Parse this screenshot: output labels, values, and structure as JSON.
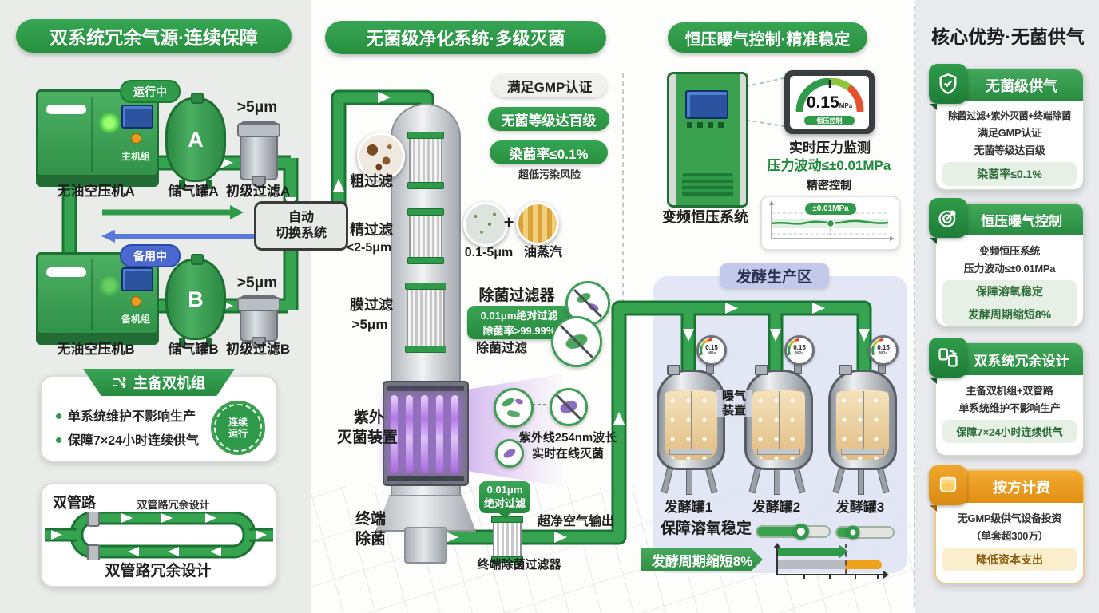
{
  "c1": {
    "header": "双系统冗余气源·连续保障",
    "a": {
      "status": "运行中",
      "tag": "主机组",
      "name": "无油空压机A",
      "letter": "A",
      "tank": "储气罐A",
      "spec": ">5μm",
      "filter": "初级过滤A"
    },
    "b": {
      "status": "备用中",
      "tag": "备机组",
      "name": "无油空压机B",
      "letter": "B",
      "tank": "储气罐B",
      "spec": ">5μm",
      "filter": "初级过滤B"
    },
    "switch1": "自动",
    "switch2": "切换系统",
    "dual": {
      "title": "主备双机组",
      "b1": "单系统维护不影响生产",
      "b2": "保障7×24小时连续供气",
      "seal1": "连续",
      "seal2": "运行"
    },
    "pipes": {
      "label": "双管路",
      "small": "双管路冗余设计",
      "big": "双管路冗余设计"
    }
  },
  "c2": {
    "header": "无菌级净化系统·多级灭菌",
    "gmp": "满足GMP认证",
    "grade": "无菌等级达百级",
    "rate": "染菌率≤0.1%",
    "note": "超低污染风险",
    "s1": "粗过滤",
    "s2": "精过滤",
    "s2spec": "<2-5μm",
    "s3": "膜过滤",
    "s3spec": ">5μm",
    "mid_spec": "0.1-5μm",
    "plus": "+",
    "oil": "油蒸汽",
    "st_title": "除菌过滤器",
    "st1": "0.01μm绝对过滤",
    "st2": "除菌率>99.99%",
    "st_cap": "除菌过滤",
    "uv1": "紫外",
    "uv2": "灭菌装置",
    "uvn1": "紫外线254nm波长",
    "uvn2": "实时在线灭菌",
    "tag1": "0.01μm",
    "tag2": "绝对过滤",
    "t1": "终端",
    "t2": "除菌",
    "out": "超净空气输出",
    "tcap": "终端除菌过滤器"
  },
  "c3": {
    "header": "恒压曝气控制·精准稳定",
    "value": "0.15",
    "unit": "MPa",
    "mpill": "恒压控制",
    "mcap": "实时压力监测",
    "ptext": "压力波动≤±0.01MPa",
    "psub": "精密控制",
    "cpill": "±0.01MPa",
    "cab": "变频恒压系统",
    "zone": "发酵生产区",
    "ae1": "曝气",
    "ae2": "装置",
    "gunit": "MPa",
    "tk": [
      {
        "n": "发酵罐1",
        "g": "0.15"
      },
      {
        "n": "发酵罐2",
        "g": "0.15"
      },
      {
        "n": "发酵罐3",
        "g": "0.15"
      }
    ],
    "do_text": "保障溶氧稳定",
    "cycle": "发酵周期缩短8%"
  },
  "c4": {
    "title": "核心优势·无菌供气",
    "cards": [
      {
        "t": "无菌级供气",
        "l1": "除菌过滤+紫外灭菌+终端除菌",
        "l2": "满足GMP认证",
        "l3": "无菌等级达百级",
        "p1": "染菌率≤0.1%"
      },
      {
        "t": "恒压曝气控制",
        "l1": "变频恒压系统",
        "l2": "压力波动≤±0.01MPa",
        "p1": "保障溶氧稳定",
        "p2": "发酵周期缩短8%"
      },
      {
        "t": "双系统冗余设计",
        "l1": "主备双机组+双管路",
        "l2": "单系统维护不影响生产",
        "p1": "保障7×24小时连续供气"
      },
      {
        "t": "按方计费",
        "l1": "无GMP级供气设备投资",
        "l2": "（单套超300万）",
        "p1": "降低资本支出"
      }
    ]
  }
}
